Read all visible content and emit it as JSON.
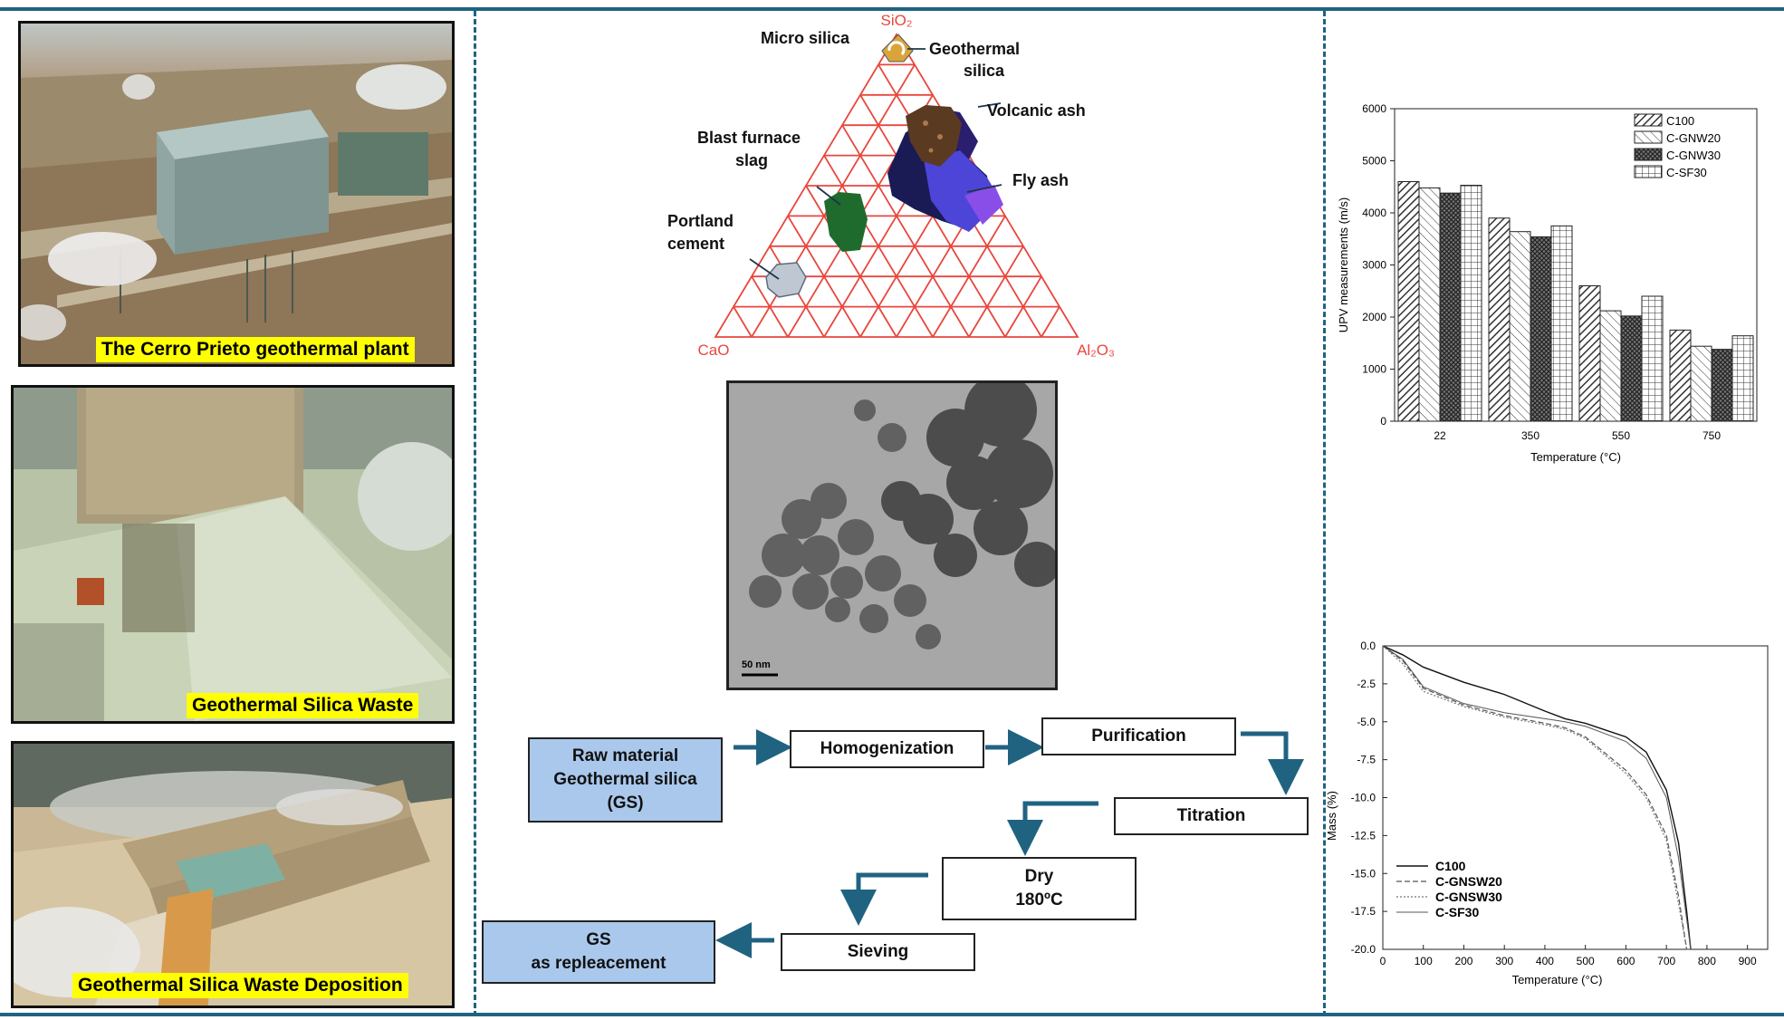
{
  "photos": {
    "plant_caption": "The Cerro Prieto geothermal plant",
    "waste_caption": "Geothermal Silica Waste",
    "deposition_caption": "Geothermal Silica Waste Deposition"
  },
  "ternary": {
    "apex_top": "SiO₂",
    "apex_left": "CaO",
    "apex_right": "Al₂O₃",
    "labels": {
      "micro_silica": "Micro silica",
      "geothermal_silica_1": "Geothermal",
      "geothermal_silica_2": "silica",
      "volcanic_ash": "Volcanic ash",
      "blast_furnace_1": "Blast furnace",
      "blast_furnace_2": "slag",
      "fly_ash": "Fly ash",
      "portland_1": "Portland",
      "portland_2": "cement"
    },
    "colors": {
      "grid": "#e8473e",
      "apex_label": "#e8473e"
    }
  },
  "tem": {
    "scale_bar": "50 nm"
  },
  "process": {
    "raw_1": "Raw material",
    "raw_2": "Geothermal silica",
    "raw_3": "(GS)",
    "homogenization": "Homogenization",
    "purification": "Purification",
    "titration": "Titration",
    "dry_1": "Dry",
    "dry_2": "180ºC",
    "sieving": "Sieving",
    "gs_1": "GS",
    "gs_2": "as repleacement",
    "colors": {
      "arrow": "#1f6381",
      "highlight_box": "#a9c8ec"
    }
  },
  "chart_data": [
    {
      "type": "bar",
      "categories": [
        "22",
        "350",
        "550",
        "750"
      ],
      "series": [
        {
          "name": "C100",
          "values": [
            4600,
            3900,
            2600,
            1750
          ]
        },
        {
          "name": "C-GNW20",
          "values": [
            4480,
            3640,
            2120,
            1440
          ]
        },
        {
          "name": "C-GNW30",
          "values": [
            4380,
            3540,
            2020,
            1380
          ]
        },
        {
          "name": "C-SF30",
          "values": [
            4530,
            3750,
            2400,
            1640
          ]
        }
      ],
      "xlabel": "Temperature (°C)",
      "ylabel": "UPV measurements (m/s)",
      "ylim": [
        0,
        6000
      ],
      "yticks": [
        "0",
        "1000",
        "2000",
        "3000",
        "4000",
        "5000",
        "6000"
      ],
      "legend": "top-right",
      "grid": false
    },
    {
      "type": "line",
      "x": [
        0,
        50,
        100,
        200,
        300,
        400,
        450,
        500,
        600,
        650,
        700,
        730,
        750,
        760
      ],
      "series": [
        {
          "name": "C100",
          "values": [
            0,
            -0.6,
            -1.4,
            -2.4,
            -3.2,
            -4.3,
            -4.8,
            -5.1,
            -6.0,
            -7.0,
            -9.5,
            -13.0,
            -17.5,
            -20.0
          ]
        },
        {
          "name": "C-GNSW20",
          "values": [
            0,
            -1.0,
            -2.8,
            -3.9,
            -4.6,
            -5.1,
            -5.4,
            -6.0,
            -8.2,
            -9.8,
            -12.5,
            -16.5,
            -20.0,
            -20.0
          ]
        },
        {
          "name": "C-GNSW30",
          "values": [
            0,
            -1.2,
            -3.0,
            -4.0,
            -4.7,
            -5.2,
            -5.5,
            -6.1,
            -8.4,
            -10.0,
            -12.8,
            -17.0,
            -20.0,
            -20.0
          ]
        },
        {
          "name": "C-SF30",
          "values": [
            0,
            -0.9,
            -2.7,
            -3.8,
            -4.4,
            -4.8,
            -5.0,
            -5.3,
            -6.3,
            -7.4,
            -10.0,
            -14.0,
            -18.0,
            -20.0
          ]
        }
      ],
      "xlabel": "Temperature (°C)",
      "ylabel": "Mass (%)",
      "xlim": [
        0,
        950
      ],
      "ylim": [
        -20,
        0
      ],
      "xticks": [
        "0",
        "100",
        "200",
        "300",
        "400",
        "500",
        "600",
        "700",
        "800",
        "900"
      ],
      "yticks": [
        "0.0",
        "-2.5",
        "-5.0",
        "-7.5",
        "-10.0",
        "-12.5",
        "-15.0",
        "-17.5",
        "-20.0"
      ],
      "legend": "bottom-left"
    }
  ]
}
